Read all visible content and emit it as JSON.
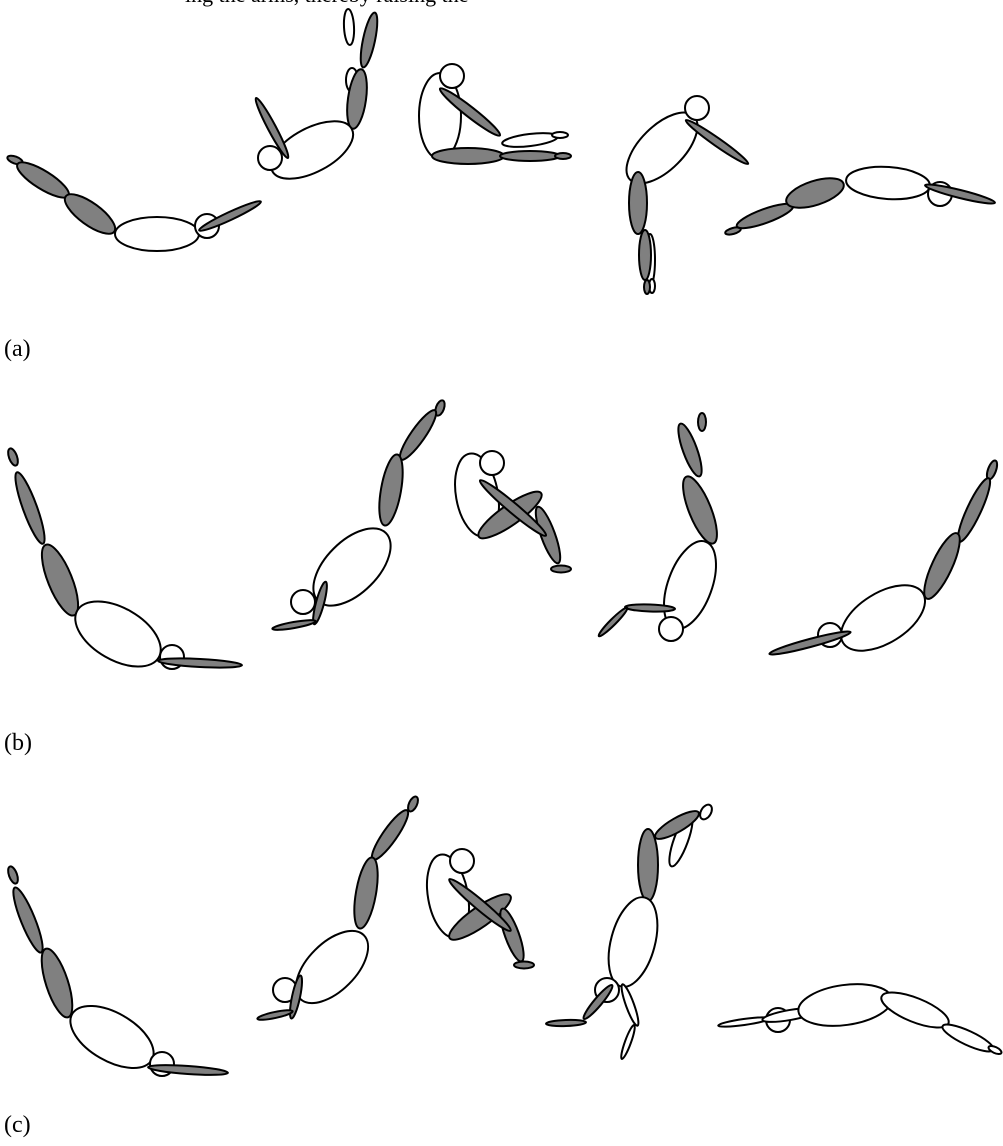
{
  "caption_fragment": "ing the arms, thereby raising the",
  "colors": {
    "near_side_limb": "#808080",
    "far_side_limb": "#ffffff",
    "outline": "#000000"
  },
  "panels": [
    {
      "label": "(a)"
    },
    {
      "label": "(b)"
    },
    {
      "label": "(c)"
    }
  ]
}
